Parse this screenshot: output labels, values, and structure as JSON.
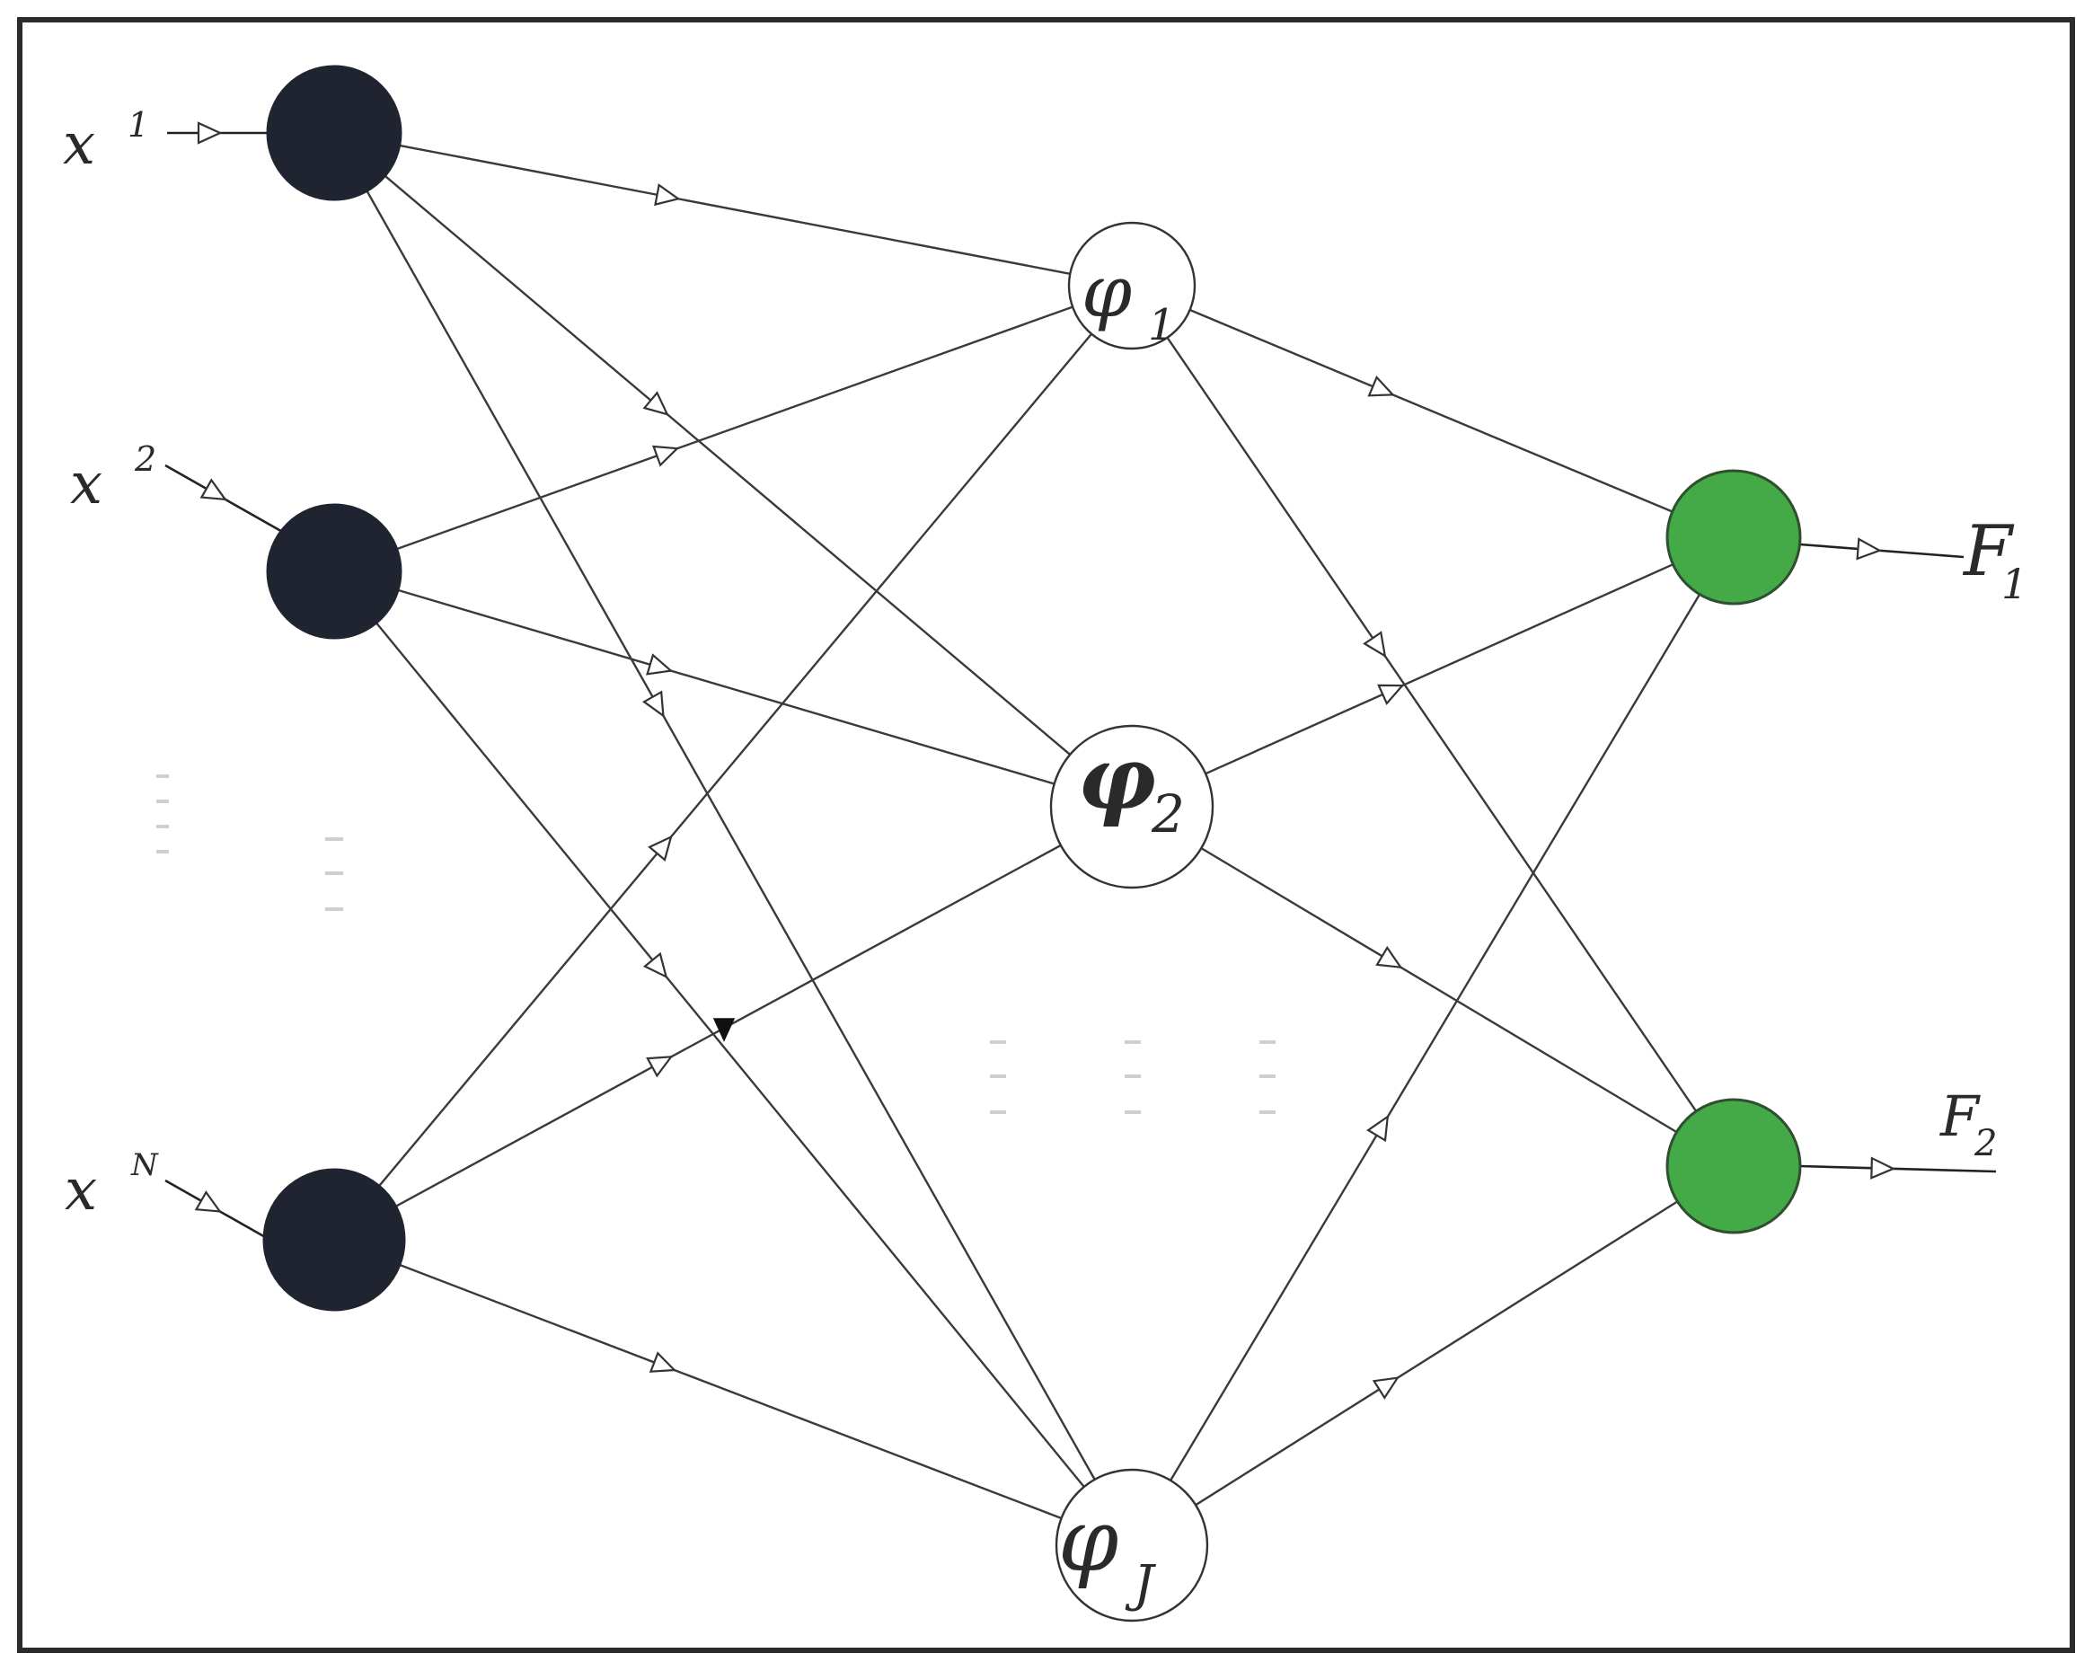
{
  "diagram": {
    "colors": {
      "input_node": "#1f2430",
      "hidden_node": "#ffffff",
      "output_node": "#44a947",
      "line": "#3a3a3a"
    },
    "inputs": [
      {
        "id": "in1",
        "base": "x",
        "sup": "1"
      },
      {
        "id": "in2",
        "base": "x",
        "sup": "2"
      },
      {
        "id": "inN",
        "base": "x",
        "sup": "N"
      }
    ],
    "hidden": [
      {
        "id": "h1",
        "symbol": "φ",
        "sub": "1"
      },
      {
        "id": "h2",
        "symbol": "φ",
        "sub": "2"
      },
      {
        "id": "hJ",
        "symbol": "φ",
        "sub": "J"
      }
    ],
    "outputs": [
      {
        "id": "o1",
        "symbol": "F",
        "sub": "1"
      },
      {
        "id": "o2",
        "symbol": "F",
        "sub": "2"
      }
    ],
    "edges": [
      [
        "in1",
        "h1"
      ],
      [
        "in1",
        "h2"
      ],
      [
        "in1",
        "hJ"
      ],
      [
        "in2",
        "h1"
      ],
      [
        "in2",
        "h2"
      ],
      [
        "in2",
        "hJ"
      ],
      [
        "inN",
        "h1"
      ],
      [
        "inN",
        "h2"
      ],
      [
        "inN",
        "hJ"
      ],
      [
        "h1",
        "o1"
      ],
      [
        "h1",
        "o2"
      ],
      [
        "h2",
        "o1"
      ],
      [
        "h2",
        "o2"
      ],
      [
        "hJ",
        "o1"
      ],
      [
        "hJ",
        "o2"
      ]
    ]
  }
}
